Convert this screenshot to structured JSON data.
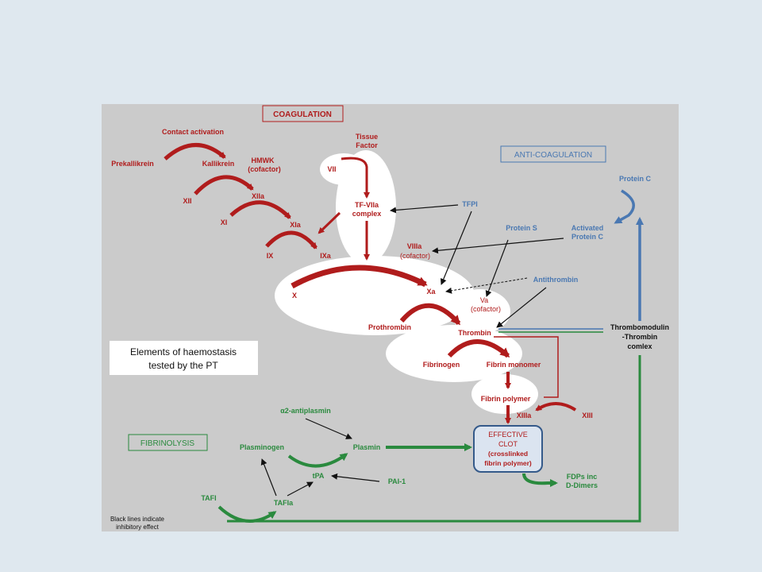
{
  "headings": {
    "coagulation": "COAGULATION",
    "anticoagulation": "ANTI-COAGULATION",
    "fibrinolysis": "FIBRINOLYSIS"
  },
  "coag": {
    "contact_activation": "Contact activation",
    "prekallikrein": "Prekallikrein",
    "kallikrein": "Kallikrein",
    "hmwk_1": "HMWK",
    "hmwk_2": "(cofactor)",
    "xii": "XII",
    "xiia": "XIIa",
    "xi": "XI",
    "xia": "XIa",
    "ix": "IX",
    "ixa": "IXa",
    "tissue_factor_1": "Tissue",
    "tissue_factor_2": "Factor",
    "vii": "VII",
    "tf_viia_1": "TF-VIIa",
    "tf_viia_2": "complex",
    "viiia": "VIIIa",
    "viiia_cofactor": "(cofactor)",
    "x": "X",
    "xa": "Xa",
    "va": "Va",
    "va_cofactor": "(cofactor)",
    "prothrombin": "Prothrombin",
    "thrombin": "Thrombin",
    "fibrinogen": "Fibrinogen",
    "fibrin_monomer": "Fibrin monomer",
    "fibrin_polymer": "Fibrin polymer",
    "xiiia": "XIIIa",
    "xiii": "XIII",
    "clot_1": "EFFECTIVE",
    "clot_2": "CLOT",
    "clot_3": "(crosslinked",
    "clot_4": "fibrin polymer)"
  },
  "anti": {
    "protein_c": "Protein C",
    "tfpi": "TFPI",
    "protein_s": "Protein S",
    "activated_pc_1": "Activated",
    "activated_pc_2": "Protein C",
    "antithrombin": "Antithrombin",
    "thrombomodulin_1": "Thrombomodulin",
    "thrombomodulin_2": "-Thrombin",
    "thrombomodulin_3": "comlex"
  },
  "fib": {
    "a2_antiplasmin": "α2-antiplasmin",
    "plasminogen": "Plasminogen",
    "plasmin": "Plasmin",
    "tpa": "tPA",
    "pai1": "PAI-1",
    "tafi": "TAFI",
    "tafia": "TAFIa",
    "fdps_1": "FDPs inc",
    "fdps_2": "D-Dimers"
  },
  "pt_box": {
    "line1": "Elements of haemostasis",
    "line2": "tested by the PT"
  },
  "legend": {
    "line1": "Black lines indicate",
    "line2": "inhibitory effect"
  },
  "colors": {
    "coagulation": "#b01c1c",
    "anticoagulation": "#4a78b2",
    "fibrinolysis": "#2a8a3e",
    "inhibitory": "#111111",
    "panel": "#cbcbcb",
    "pt_region": "#ffffff",
    "page_bg": "#dfe8ef"
  }
}
